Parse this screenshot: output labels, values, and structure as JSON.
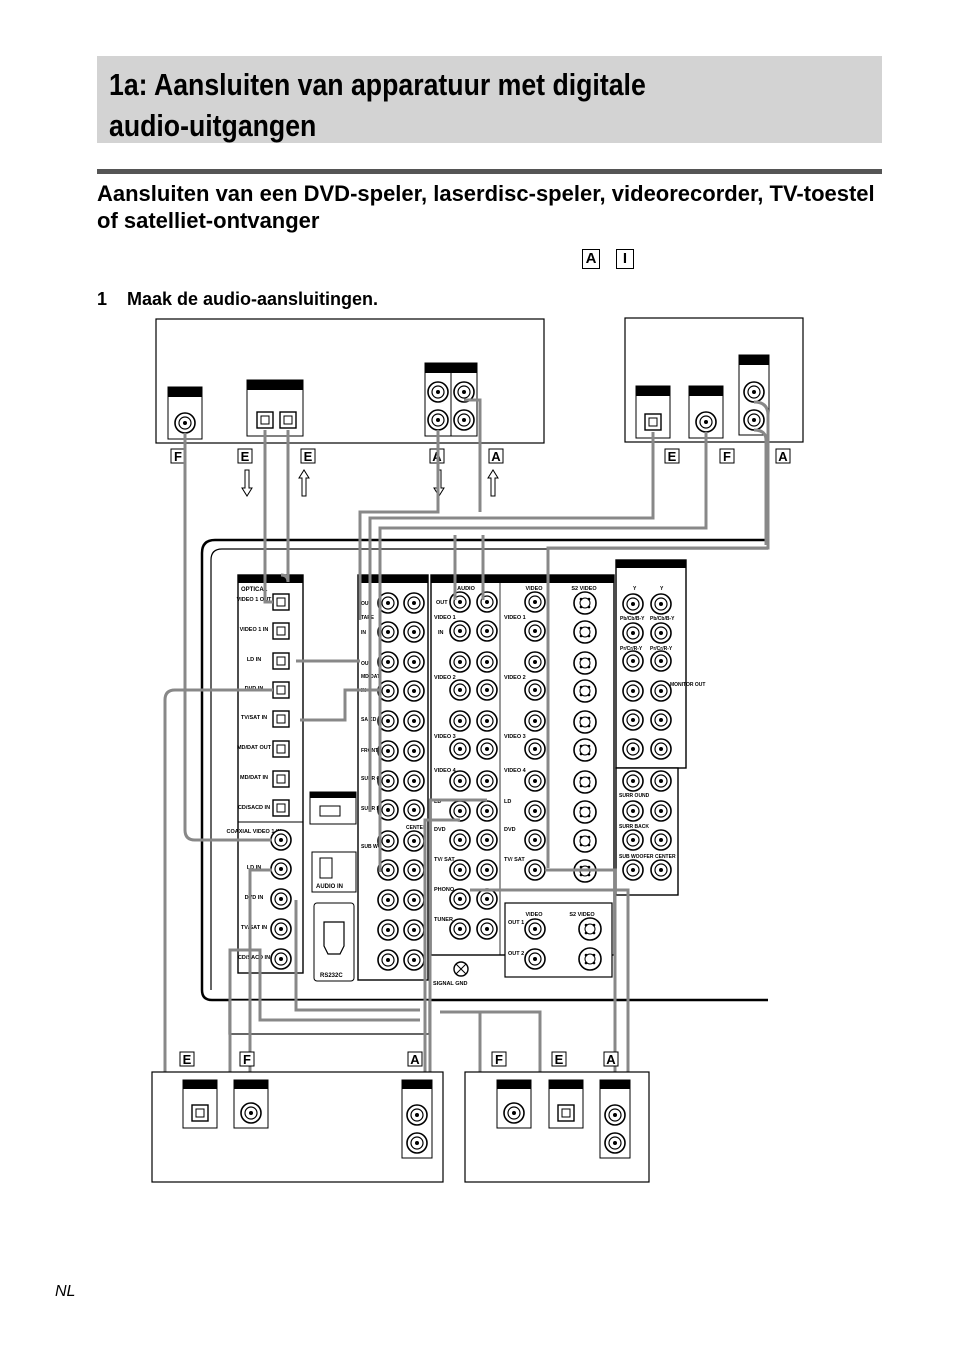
{
  "banner": {
    "title": "1a: Aansluiten van apparatuur met digitale audio-uitgangen"
  },
  "subheading": "Aansluiten van een DVD-speler, laserdisc-speler, videorecorder, TV-toestel of satelliet-ontvanger",
  "header_letters": [
    "A",
    "I"
  ],
  "step": {
    "number": "1",
    "text": "Maak de audio-aansluitingen."
  },
  "cable_letters": {
    "top_left": [
      "F",
      "E",
      "E",
      "A",
      "A"
    ],
    "top_right": [
      "E",
      "F",
      "A"
    ],
    "bottom_left": [
      "E",
      "F",
      "A"
    ],
    "bottom_right": [
      "F",
      "E",
      "A"
    ]
  },
  "receiver": {
    "optical_group": "OPTICAL",
    "optical_jacks": [
      "VIDEO 1 OUT",
      "VIDEO 1 IN",
      "LD IN",
      "DVD IN",
      "TV/SAT IN",
      "MD/DAT OUT",
      "MD/DAT IN",
      "CD/SACD IN"
    ],
    "coaxial_jacks": [
      "COAXIAL VIDEO 1 IN",
      "LD IN",
      "DVD IN",
      "TV/SAT IN",
      "CD/SACD IN"
    ],
    "audio_in_label": "AUDIO IN",
    "rs232c_label": "RS232C",
    "signal_gnd_label": "SIGNAL GND",
    "column_audio": "AUDIO",
    "column_video": "VIDEO",
    "column_s2video": "S2 VIDEO",
    "rows": [
      "VIDEO 1",
      "VIDEO 2",
      "VIDEO 3",
      "VIDEO 4",
      "LD",
      "DVD",
      "TV/ SAT",
      "PHONO",
      "TUNER"
    ],
    "left_labels": [
      "OUT",
      "TAPE",
      "IN",
      "OUT",
      "MD/DAT",
      "IN",
      "SA CD IN",
      "FRONT",
      "SURR OUND",
      "SURR BACK",
      "CENTER",
      "SUB WOOFER"
    ],
    "monitor_labels": [
      "OUT 1",
      "OUT 2",
      "VIDEO",
      "S2 VIDEO"
    ],
    "component_labels": [
      "Y",
      "Pb/Cb/B-Y",
      "Pr/Cr/R-Y",
      "MONITOR OUT"
    ],
    "out_label": "OUT",
    "in_label": "IN"
  },
  "footer": {
    "lang": "NL"
  }
}
